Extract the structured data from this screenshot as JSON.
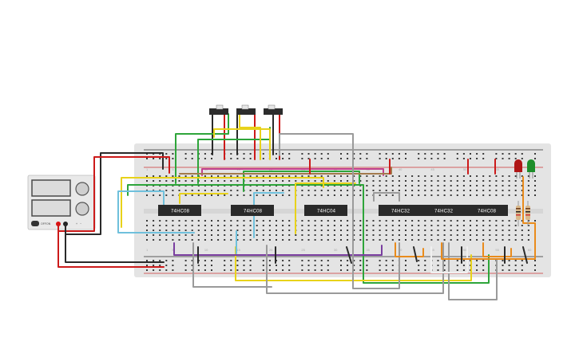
{
  "chips": [
    {
      "name": "chip-74hc08-1",
      "label": "74HC08"
    },
    {
      "name": "chip-74hc08-2",
      "label": "74HC08"
    },
    {
      "name": "chip-74hc04",
      "label": "74HC04"
    },
    {
      "name": "chip-74hc32-1",
      "label": "74HC32"
    },
    {
      "name": "chip-74hc32-2",
      "label": "74HC32"
    },
    {
      "name": "chip-74hc08-3",
      "label": "74HC08"
    }
  ],
  "power_supply": {
    "labels": [
      "OFF",
      "ON",
      "+",
      "−"
    ]
  },
  "breadboard": {
    "column_numbers": [
      "1",
      "5",
      "10",
      "15",
      "20",
      "25",
      "30",
      "35",
      "40",
      "45",
      "50",
      "55",
      "60"
    ]
  },
  "colors": {
    "breadboard": "#e4e4e4",
    "red_led": "#b01515",
    "green_led": "#1e8e2a",
    "chip": "#2a2a2a"
  }
}
